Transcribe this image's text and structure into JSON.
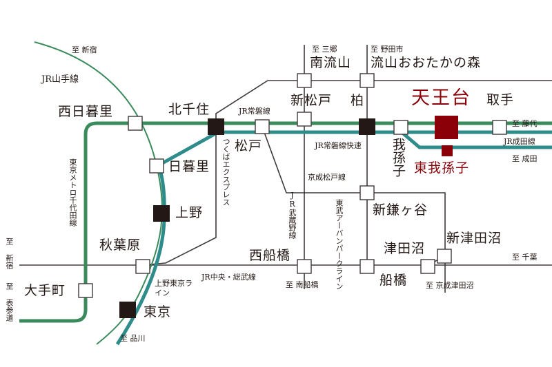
{
  "colors": {
    "jr_joban_green": "#3a8a5c",
    "teal": "#2e8c8a",
    "line_dark": "#3e3a39",
    "station_black": "#231815",
    "highlight_red": "#8b0008"
  },
  "stations": {
    "nishi_nippori": "西日暮里",
    "kita_senju": "北千住",
    "nippori": "日暮里",
    "ueno": "上野",
    "akihabara": "秋葉原",
    "otemachi": "大手町",
    "tokyo": "東京",
    "matsudo": "松戸",
    "shin_matsudo": "新松戸",
    "minami_nagareyama": "南流山",
    "kashiwa": "柏",
    "nagareyama_otakanomori": "流山おおたかの森",
    "tennodai": "天王台",
    "toride": "取手",
    "abiko": "我孫子",
    "higashi_abiko": "東我孫子",
    "shin_kamagaya": "新鎌ヶ谷",
    "tsudanuma": "津田沼",
    "shin_tsudanuma": "新津田沼",
    "funabashi": "船橋",
    "nishi_funabashi": "西船橋"
  },
  "lines": {
    "jr_yamanote": "JR山手線",
    "jr_joban": "JR常磐線",
    "jr_joban_rapid": "JR常磐線快速",
    "keisei_matsudo": "京成松戸線",
    "jr_musashino": "JR武蔵野線",
    "tobu_urban_park": "東武アーバンパークライン",
    "tsukuba_express": "つくばエクスプレス",
    "tokyo_metro_chiyoda": "東京メトロ千代田線",
    "jr_chuo_sobu": "JR中央・総武線",
    "ueno_tokyo_line": "上野東京ライン",
    "jr_narita": "JR成田線"
  },
  "directions": {
    "to_shinjuku_top": "至 新宿",
    "to_misato": "至 三郷",
    "to_nodashi": "至 野田市",
    "to_fujishiro": "至 藤代",
    "to_narita": "至 成田",
    "to_shinjuku_left": "至 新宿",
    "to_omotesando": "至 表参道",
    "to_shinagawa": "至 品川",
    "to_minami_funabashi": "至 南船橋",
    "to_keisei_tsudanuma": "至 京成津田沼",
    "to_chiba": "至 千葉"
  }
}
